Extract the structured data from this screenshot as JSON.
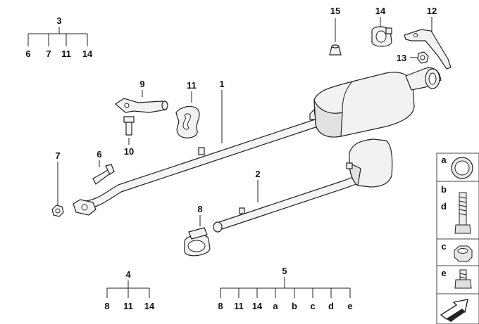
{
  "callouts": {
    "p1": "1",
    "p2": "2",
    "p6": "6",
    "p7": "7",
    "p8": "8",
    "p9": "9",
    "p10": "10",
    "p11": "11",
    "p12": "12",
    "p13": "13",
    "p14": "14",
    "p15": "15"
  },
  "groups": {
    "g3": {
      "head": "3",
      "items": [
        "6",
        "7",
        "11",
        "14"
      ]
    },
    "g4": {
      "head": "4",
      "items": [
        "8",
        "11",
        "14"
      ]
    },
    "g5": {
      "head": "5",
      "items": [
        "8",
        "11",
        "14",
        "a",
        "b",
        "c",
        "d",
        "e"
      ]
    }
  },
  "legend": {
    "a": "a",
    "b": "b",
    "d": "d",
    "c": "c",
    "e": "e"
  },
  "icons": [
    "o-ring-icon",
    "bolt-icon",
    "hex-nut-icon",
    "short-bolt-icon",
    "arrow-icon"
  ]
}
